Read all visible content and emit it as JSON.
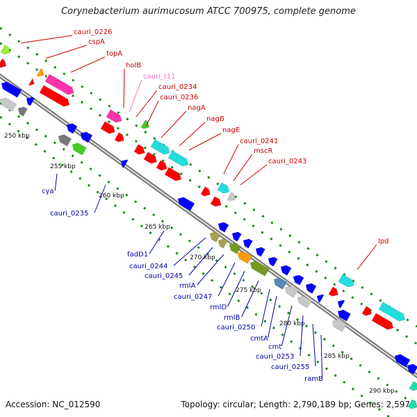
{
  "title": "Corynebacterium aurimucosum ATCC 700975, complete genome",
  "footer": {
    "accession": "Accession: NC_012590",
    "summary": "Topology: circular; Length: 2,790,189 bp; Genes: 2,597"
  },
  "colors": {
    "backbone": "#999999",
    "ticks": "#1a8a1a",
    "forward_label": "#cc0000",
    "reverse_label": "#0000aa",
    "trna_label": "#ff77cc",
    "red": "#ff0000",
    "blue": "#0000ff",
    "pink": "#ff33aa",
    "cyan": "#22dddd",
    "grey": "#c8c8c8",
    "darkgrey": "#777777",
    "green": "#44cc22",
    "orange": "#ff9900",
    "olive": "#a8a050",
    "darkolive": "#779922",
    "steelblue": "#5588bb",
    "lime": "#99ee33",
    "teal": "#22ddaa"
  },
  "kbp_ticks": [
    {
      "label": "250 kbp"
    },
    {
      "label": "255 kbp"
    },
    {
      "label": "260 kbp"
    },
    {
      "label": "265 kbp"
    },
    {
      "label": "270 kbp"
    },
    {
      "label": "275 kbp"
    },
    {
      "label": "280 kbp"
    },
    {
      "label": "285 kbp"
    },
    {
      "label": "290 kbp"
    }
  ],
  "forward_labels": [
    {
      "text": "cauri_0226",
      "type": "gene"
    },
    {
      "text": "cspA",
      "type": "gene"
    },
    {
      "text": "topA",
      "type": "gene"
    },
    {
      "text": "holB",
      "type": "gene"
    },
    {
      "text": "cauri_t11",
      "type": "trna"
    },
    {
      "text": "cauri_0234",
      "type": "gene"
    },
    {
      "text": "cauri_0236",
      "type": "gene"
    },
    {
      "text": "nagA",
      "type": "gene"
    },
    {
      "text": "nagB",
      "type": "gene"
    },
    {
      "text": "nagE",
      "type": "gene"
    },
    {
      "text": "cauri_0241",
      "type": "gene"
    },
    {
      "text": "mscR",
      "type": "gene"
    },
    {
      "text": "cauri_0243",
      "type": "gene"
    },
    {
      "text": "lpd",
      "type": "gene"
    }
  ],
  "reverse_labels": [
    {
      "text": "cya"
    },
    {
      "text": "cauri_0235"
    },
    {
      "text": "fadD1"
    },
    {
      "text": "cauri_0244"
    },
    {
      "text": "cauri_0245"
    },
    {
      "text": "rmlA"
    },
    {
      "text": "cauri_0247"
    },
    {
      "text": "rmlD"
    },
    {
      "text": "rmlB"
    },
    {
      "text": "cauri_0250"
    },
    {
      "text": "cmtA"
    },
    {
      "text": "cmt"
    },
    {
      "text": "cauri_0253"
    },
    {
      "text": "cauri_0255"
    },
    {
      "text": "ramB"
    }
  ]
}
